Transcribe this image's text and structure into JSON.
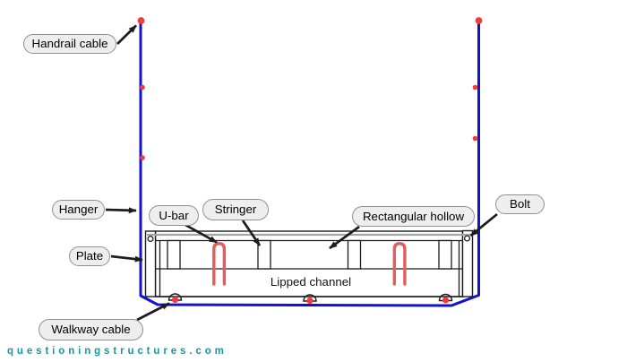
{
  "labels": {
    "handrail_cable": "Handrail cable",
    "hanger": "Hanger",
    "plate": "Plate",
    "u_bar": "U-bar",
    "stringer": "Stringer",
    "rectangular_hollow": "Rectangular hollow",
    "bolt": "Bolt",
    "walkway_cable": "Walkway cable",
    "lipped_channel": "Lipped channel"
  },
  "watermark": "questioningstructures.com",
  "colors": {
    "hanger_blue": "#1512cd",
    "cable_red": "#f23b3b",
    "ubar_red": "#e25d5d",
    "outline_black": "#1c1c1c",
    "grating_grey": "#a5a5a5",
    "pill_fill": "#eeeeee",
    "pill_border": "#909090",
    "watermark_teal": "#18989a"
  }
}
